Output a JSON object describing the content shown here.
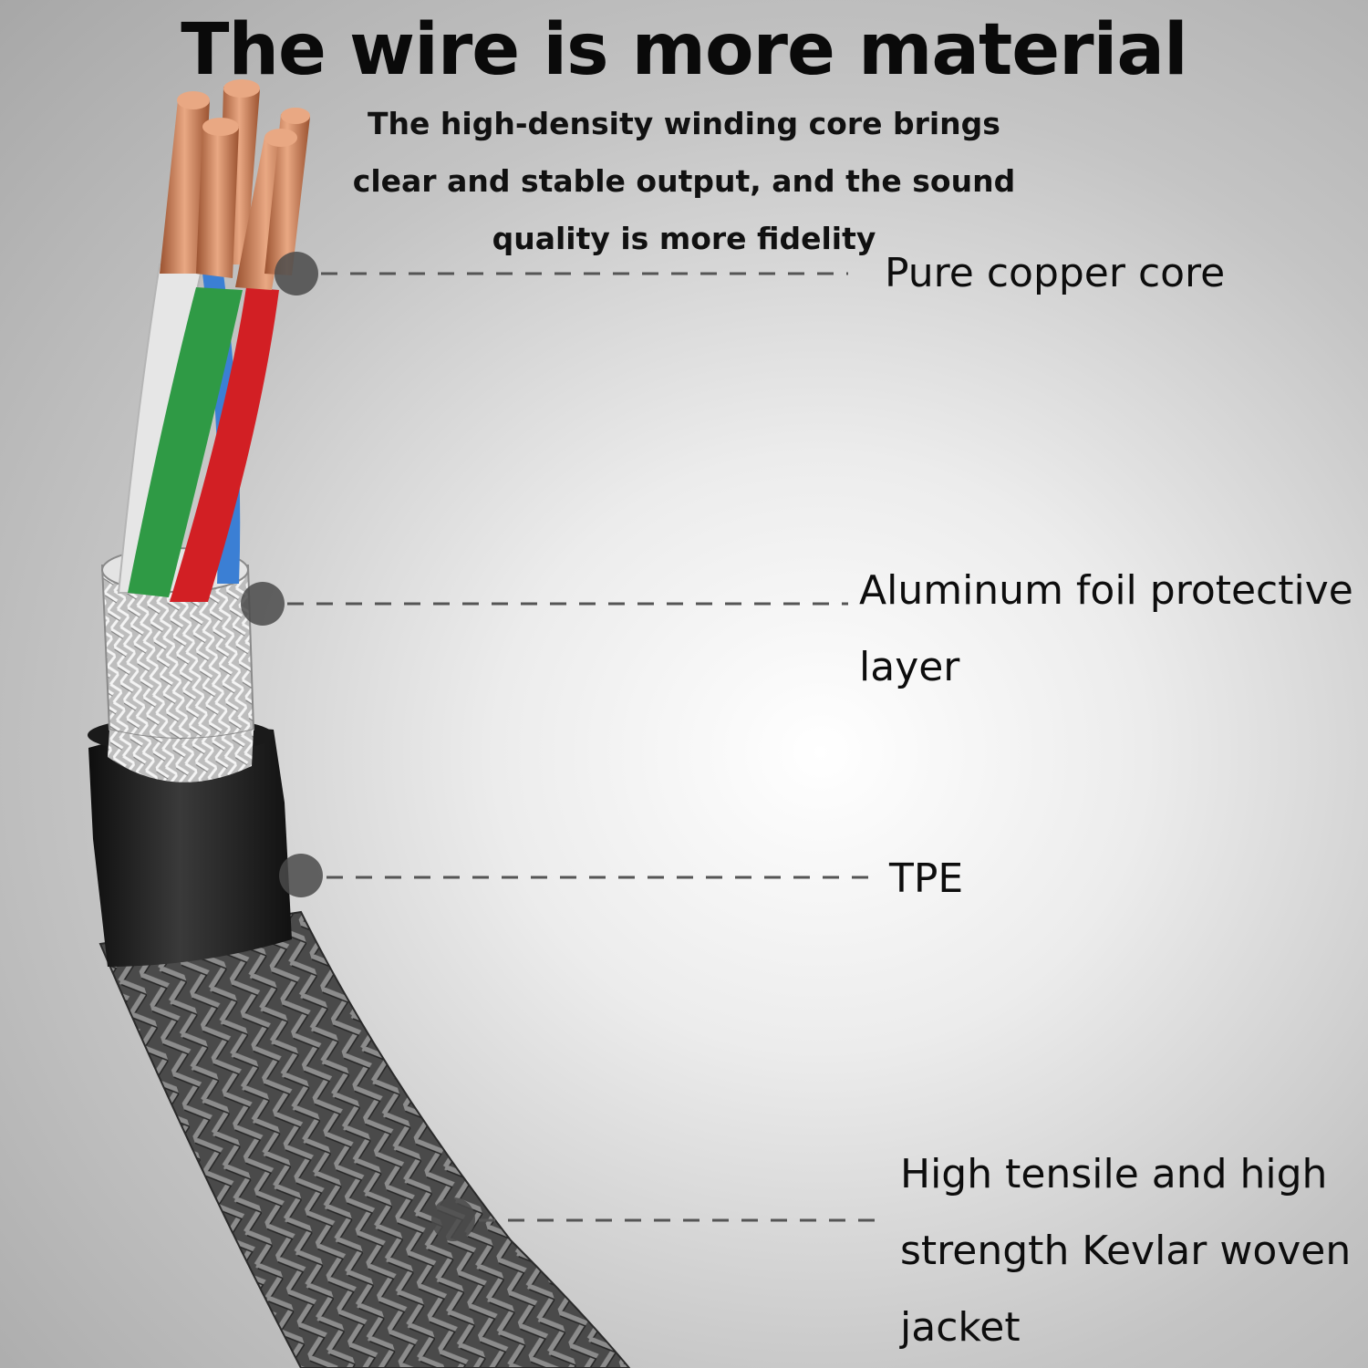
{
  "header": {
    "title": "The wire is more material",
    "subtitle": "The high-density winding core brings clear and stable output, and the sound quality is more fidelity"
  },
  "callouts": [
    {
      "id": "copper",
      "label": "Pure copper core"
    },
    {
      "id": "foil",
      "label": "Aluminum foil protective layer"
    },
    {
      "id": "tpe",
      "label": "TPE"
    },
    {
      "id": "kevlar",
      "label": "High tensile and high strength Kevlar woven jacket"
    }
  ],
  "wire_colors": {
    "white": "#e6e6e6",
    "green": "#2f9a45",
    "red": "#d21f24",
    "blue": "#3b7fd4",
    "copper": "#c97a4e",
    "foil": "#c9c9c9",
    "tpe": "#222222",
    "braid": "#5d5d5d"
  }
}
